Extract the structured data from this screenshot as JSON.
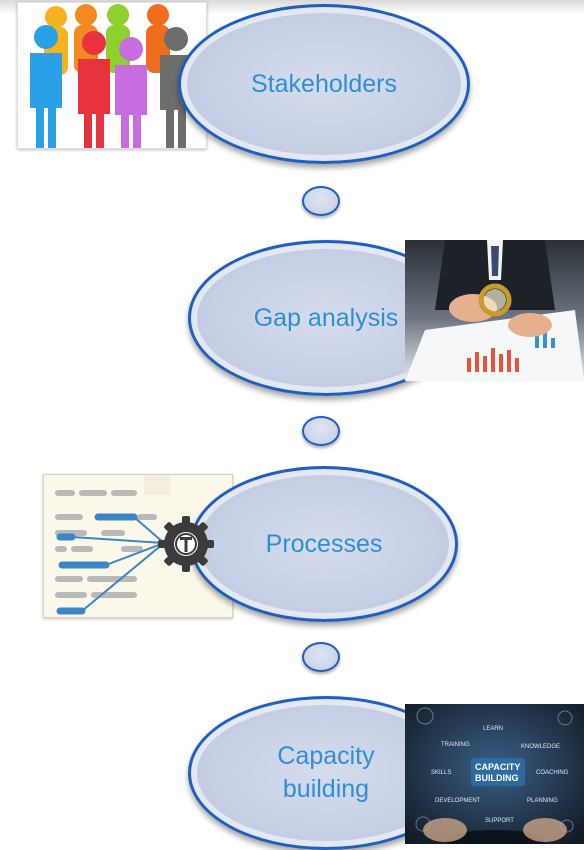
{
  "steps": [
    {
      "label": "Stakeholders"
    },
    {
      "label": "Gap analysis"
    },
    {
      "label": "Processes"
    },
    {
      "label": "Capacity\nbuilding"
    }
  ],
  "icons": {
    "stakeholders": "people-group-icon",
    "gap_analysis": "magnifier-charts-photo",
    "processes": "process-document-icon",
    "capacity_building": "capacity-building-photo"
  },
  "capacity_image_words": {
    "learn": "LEARN",
    "training": "TRAINING",
    "knowledge": "KNOWLEDGE",
    "capacity": "CAPACITY",
    "building": "BUILDING",
    "skills": "SKILLS",
    "coaching": "COACHING",
    "development": "DEVELOPMENT",
    "planning": "PLANNING",
    "support": "SUPPORT"
  },
  "colors": {
    "node_border": "#1f5fbf",
    "node_fill": "#c6cfe4",
    "label_text": "#2e8fd6"
  }
}
